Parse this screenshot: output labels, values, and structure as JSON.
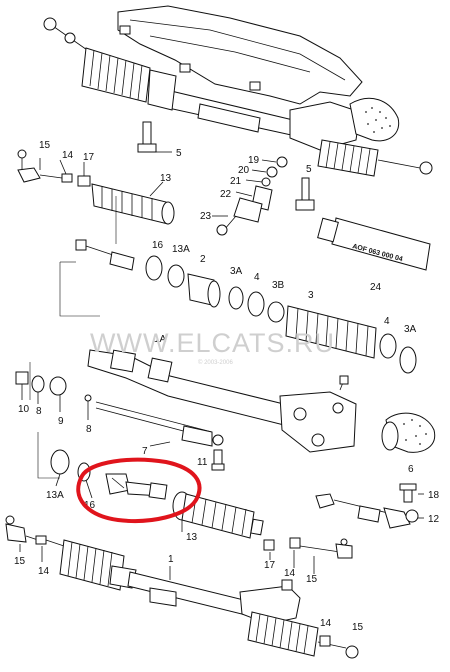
{
  "watermark": {
    "text": "WWW.ELCATS.RU",
    "subtext": "© 2003-2006"
  },
  "tube_label": "AOF 063 000 04",
  "colors": {
    "highlight": "#e0141c",
    "line": "#111111",
    "watermark": "#cfcfcf"
  },
  "callouts": {
    "c5a": "5",
    "c15a": "15",
    "c14a": "14",
    "c17a": "17",
    "c13a": "13",
    "c19": "19",
    "c20": "20",
    "c21": "21",
    "c22": "22",
    "c23": "23",
    "c5b": "5",
    "c16a": "16",
    "c13Aa": "13A",
    "c2": "2",
    "c24": "24",
    "c3Aa": "3A",
    "c4a": "4",
    "c3B": "3B",
    "c3": "3",
    "c4b": "4",
    "c3Ab": "3A",
    "c10": "10",
    "c8a": "8",
    "c9": "9",
    "c8b": "8",
    "c1A": "1A",
    "c7": "7",
    "c11": "11",
    "c6": "6",
    "c13Ab": "13A",
    "c16b": "16",
    "c13b": "13",
    "c18": "18",
    "c12": "12",
    "c15b": "15",
    "c14b": "14",
    "c17b": "17",
    "c14c": "14",
    "c15c": "15",
    "c1": "1",
    "c14d": "14",
    "c15d": "15"
  }
}
